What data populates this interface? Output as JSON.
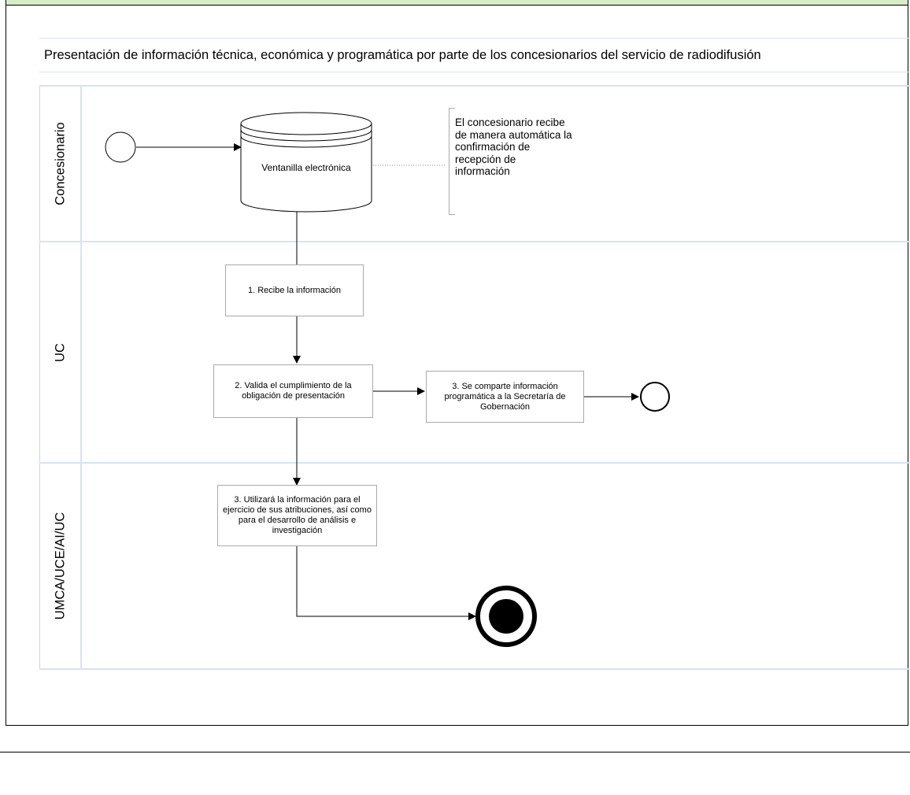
{
  "pool": {
    "title": "Presentación de información técnica, económica y programática por parte de los concesionarios del servicio de radiodifusión"
  },
  "lanes": [
    {
      "label": "Concesionario"
    },
    {
      "label": "UC"
    },
    {
      "label": "UMCA/UCE/AI/UC"
    }
  ],
  "nodes": {
    "datastore": {
      "label": "Ventanilla electrónica"
    },
    "annotation": {
      "text": "El concesionario recibe de manera automática la confirmación de recepción de información"
    },
    "task1": {
      "label": "1. Recibe la información"
    },
    "task2": {
      "label": "2. Valida el cumplimiento de la obligación de presentación"
    },
    "task3": {
      "label": "3. Se comparte información programática a la Secretaría de Gobernación"
    },
    "task4": {
      "label": "3. Utilizará la información para el ejercicio de sus atribuciones, así como para el desarrollo de análisis e investigación"
    }
  },
  "colors": {
    "lane_border": "#d6e3f1",
    "header_band": "#d8ecc8",
    "task_border": "#aaaaaa"
  }
}
